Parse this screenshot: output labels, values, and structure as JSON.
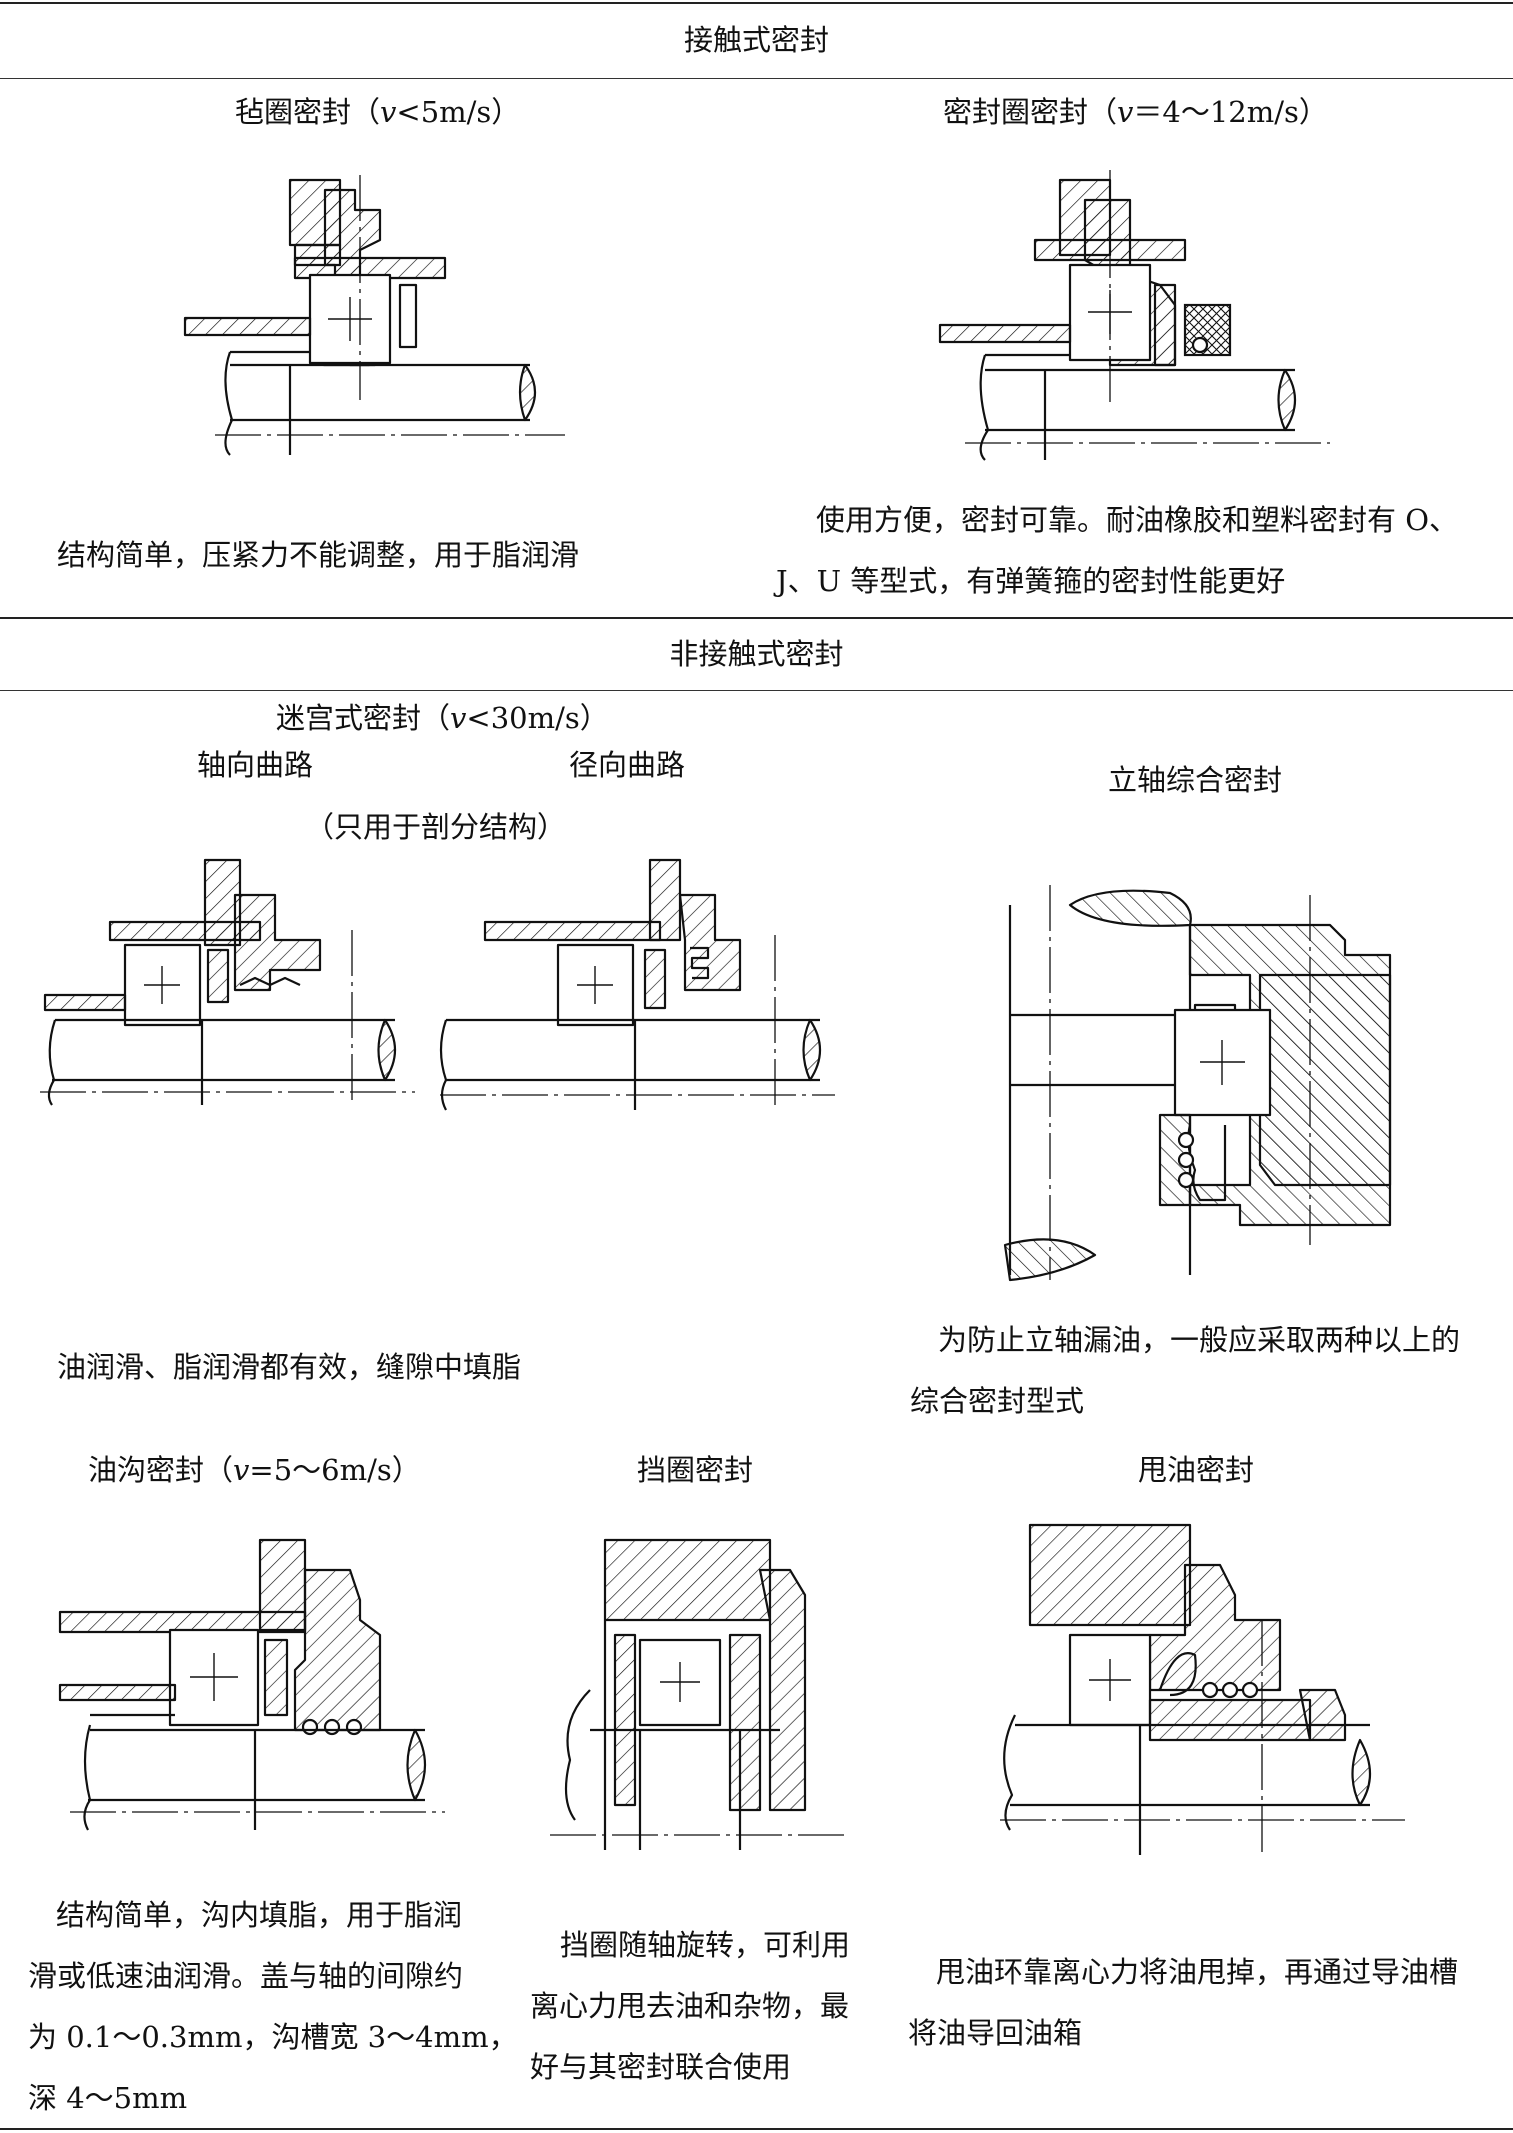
{
  "contact": {
    "header": "接触式密封",
    "felt": {
      "title_prefix": "毡圈密封（",
      "title_var": "v",
      "title_suffix": "<5m/s）",
      "desc": "结构简单，压紧力不能调整，用于脂润滑"
    },
    "ring": {
      "title_prefix": "密封圈密封（",
      "title_var": "v",
      "title_suffix": "＝4～12m/s）",
      "desc_lines": [
        "使用方便，密封可靠。耐油橡胶和塑料密封有 O、",
        "J、U 等型式，有弹簧箍的密封性能更好"
      ]
    }
  },
  "noncontact": {
    "header": "非接触式密封",
    "labyrinth": {
      "title_prefix": "迷宫式密封（",
      "title_var": "v",
      "title_suffix": "<30m/s）",
      "axial": "轴向曲路",
      "radial": "径向曲路",
      "note": "（只用于剖分结构）",
      "desc": "油润滑、脂润滑都有效，缝隙中填脂"
    },
    "vertical": {
      "title": "立轴综合密封",
      "desc_lines": [
        "为防止立轴漏油，一般应采取两种以上的",
        "综合密封型式"
      ]
    },
    "groove": {
      "title_prefix": "油沟密封（",
      "title_var": "v",
      "title_suffix": "=5～6m/s）",
      "desc_lines": [
        "结构简单，沟内填脂，用于脂润",
        "滑或低速油润滑。盖与轴的间隙约",
        "为 0.1～0.3mm，沟槽宽 3～4mm，",
        "深 4～5mm"
      ]
    },
    "baffle": {
      "title": "挡圈密封",
      "desc_lines": [
        "挡圈随轴旋转，可利用",
        "离心力甩去油和杂物，最",
        "好与其密封联合使用"
      ]
    },
    "sling": {
      "title": "甩油密封",
      "desc_lines": [
        "甩油环靠离心力将油甩掉，再通过导油槽",
        "将油导回油箱"
      ]
    }
  }
}
